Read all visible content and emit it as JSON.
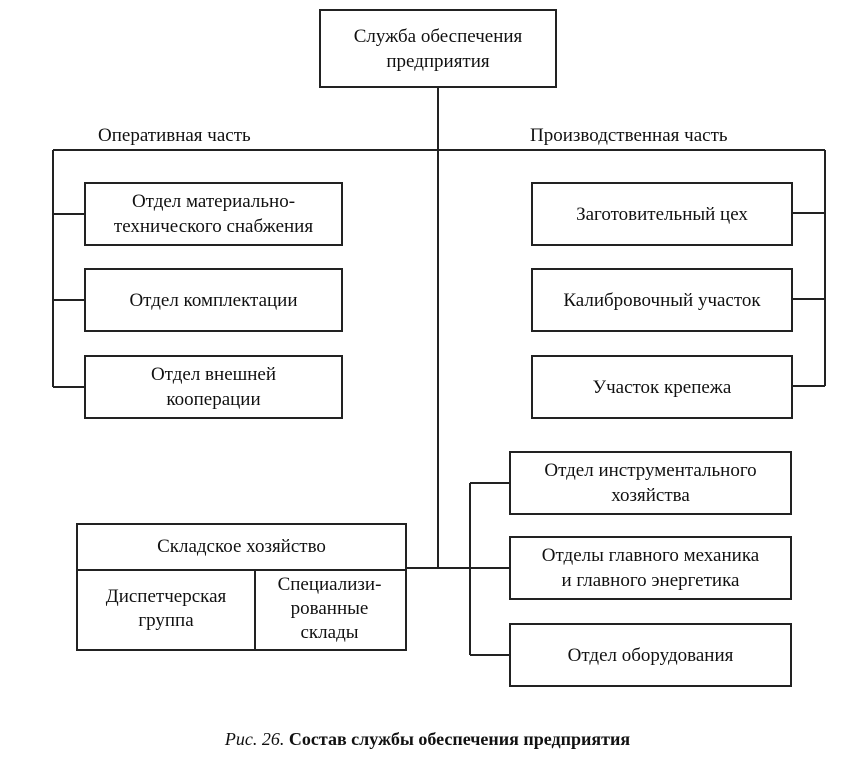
{
  "root": "Служба обеспечения\nпредприятия",
  "left_branch": {
    "title": "Оперативная часть",
    "items": [
      "Отдел материально-\nтехнического снабжения",
      "Отдел комплектации",
      "Отдел внешней\nкооперации"
    ]
  },
  "right_branch": {
    "title": "Производственная часть",
    "items": [
      "Заготовительный цех",
      "Калибровочный участок",
      "Участок крепежа"
    ]
  },
  "lower_right": {
    "items": [
      "Отдел инструментального\nхозяйства",
      "Отделы главного механика\nи главного энергетика",
      "Отдел оборудования"
    ]
  },
  "storage": {
    "title": "Складское хозяйство",
    "left": "Диспетчерская\nгруппа",
    "right": "Специализи-\nрованные\nсклады"
  },
  "caption": {
    "figure": "Рис. 26.",
    "title": "Состав службы обеспечения предприятия"
  }
}
